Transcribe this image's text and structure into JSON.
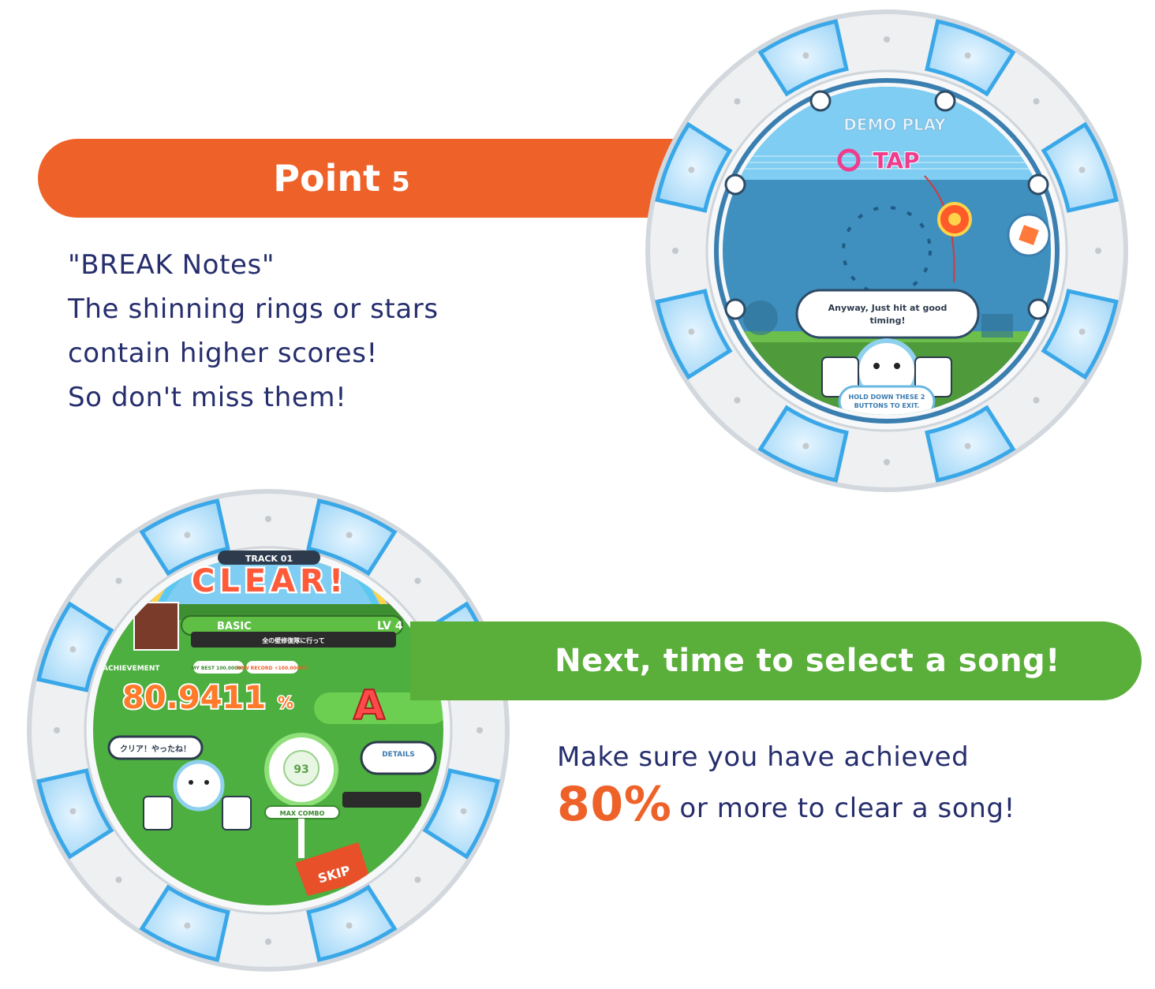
{
  "point_banner": {
    "label": "Point",
    "number": "5",
    "color": "#ee6229"
  },
  "break_notes": {
    "lines": [
      "\"BREAK Notes\"",
      "The shinning rings or stars",
      "contain higher scores!",
      "So don't miss them!"
    ]
  },
  "demo_screen": {
    "title": "DEMO PLAY",
    "tap_label": "TAP",
    "speech": "Anyway, Just hit at good timing!",
    "exit_hint": "HOLD DOWN THESE 2 BUTTONS TO EXIT."
  },
  "result_screen": {
    "track": "TRACK 01",
    "clear": "CLEAR!",
    "difficulty": "BASIC",
    "level": "LV 4",
    "song_title": "全の壁修復隊に行って",
    "achievement_label": "ACHIEVEMENT",
    "my_best": "MY BEST 100.0000%",
    "new_record": "NEW RECORD +100.0000%",
    "achievement": "80.9411",
    "percent": "%",
    "rank": "A",
    "speech": "クリア！やったね！",
    "details": "DETAILS",
    "max_combo_value": "93",
    "max_combo_label": "MAX COMBO",
    "skip": "SKIP"
  },
  "next_banner": {
    "label": "Next, time to select a song!",
    "color": "#5aae3a"
  },
  "clear_requirement": {
    "line1": "Make sure you have achieved",
    "percent": "80%",
    "line2": "or more to clear a song!"
  }
}
